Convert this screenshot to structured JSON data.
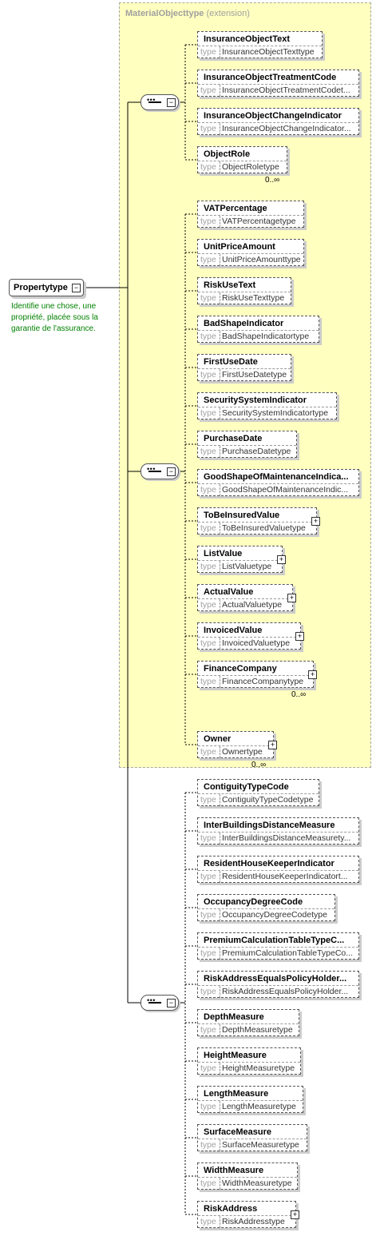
{
  "root": {
    "name": "Propertytype",
    "description": "Identifie une chose, une propriété, placée sous la garantie de l'assurance."
  },
  "extension": {
    "name": "MaterialObjecttype",
    "label": "(extension)"
  },
  "groups": [
    {
      "name": "seq1",
      "elements": [
        {
          "name": "InsuranceObjectText",
          "type": "InsuranceObjectTexttype",
          "optional": true
        },
        {
          "name": "InsuranceObjectTreatmentCode",
          "type": "InsuranceObjectTreatmentCodet...",
          "optional": true
        },
        {
          "name": "InsuranceObjectChangeIndicator",
          "type": "InsuranceObjectChangeIndicator...",
          "optional": true
        },
        {
          "name": "ObjectRole",
          "type": "ObjectRoletype",
          "optional": true,
          "occ": "0..∞"
        }
      ]
    },
    {
      "name": "seq2",
      "elements": [
        {
          "name": "VATPercentage",
          "type": "VATPercentagetype",
          "optional": true
        },
        {
          "name": "UnitPriceAmount",
          "type": "UnitPriceAmounttype",
          "optional": true
        },
        {
          "name": "RiskUseText",
          "type": "RiskUseTexttype",
          "optional": true
        },
        {
          "name": "BadShapeIndicator",
          "type": "BadShapeIndicatortype",
          "optional": true
        },
        {
          "name": "FirstUseDate",
          "type": "FirstUseDatetype",
          "optional": true
        },
        {
          "name": "SecuritySystemIndicator",
          "type": "SecuritySystemIndicatortype",
          "optional": true
        },
        {
          "name": "PurchaseDate",
          "type": "PurchaseDatetype",
          "optional": true
        },
        {
          "name": "GoodShapeOfMaintenanceIndica...",
          "type": "GoodShapeOfMaintenanceIndic...",
          "optional": true
        },
        {
          "name": "ToBeInsuredValue",
          "type": "ToBeInsuredValuetype",
          "optional": true,
          "expand": true
        },
        {
          "name": "ListValue",
          "type": "ListValuetype",
          "optional": true,
          "expand": true
        },
        {
          "name": "ActualValue",
          "type": "ActualValuetype",
          "optional": true,
          "expand": true
        },
        {
          "name": "InvoicedValue",
          "type": "InvoicedValuetype",
          "optional": true,
          "expand": true
        },
        {
          "name": "FinanceCompany",
          "type": "FinanceCompanytype",
          "optional": true,
          "expand": true,
          "occ": "0..∞"
        },
        {
          "name": "Owner",
          "type": "Ownertype",
          "optional": true,
          "expand": true,
          "occ": "0..∞"
        }
      ]
    },
    {
      "name": "seq3",
      "elements": [
        {
          "name": "ContiguityTypeCode",
          "type": "ContiguityTypeCodetype",
          "optional": true
        },
        {
          "name": "InterBuildingsDistanceMeasure",
          "type": "InterBuildingsDistanceMeasurety...",
          "optional": true
        },
        {
          "name": "ResidentHouseKeeperIndicator",
          "type": "ResidentHouseKeeperIndicatort...",
          "optional": true
        },
        {
          "name": "OccupancyDegreeCode",
          "type": "OccupancyDegreeCodetype",
          "optional": true
        },
        {
          "name": "PremiumCalculationTableTypeC...",
          "type": "PremiumCalculationTableTypeCo...",
          "optional": true
        },
        {
          "name": "RiskAddressEqualsPolicyHolder...",
          "type": "RiskAddressEqualsPolicyHolder...",
          "optional": true
        },
        {
          "name": "DepthMeasure",
          "type": "DepthMeasuretype",
          "optional": true
        },
        {
          "name": "HeightMeasure",
          "type": "HeightMeasuretype",
          "optional": true
        },
        {
          "name": "LengthMeasure",
          "type": "LengthMeasuretype",
          "optional": true
        },
        {
          "name": "SurfaceMeasure",
          "type": "SurfaceMeasuretype",
          "optional": true
        },
        {
          "name": "WidthMeasure",
          "type": "WidthMeasuretype",
          "optional": true
        },
        {
          "name": "RiskAddress",
          "type": "RiskAddresstype",
          "optional": true,
          "expand": true
        }
      ]
    }
  ],
  "type_keyword": "type"
}
